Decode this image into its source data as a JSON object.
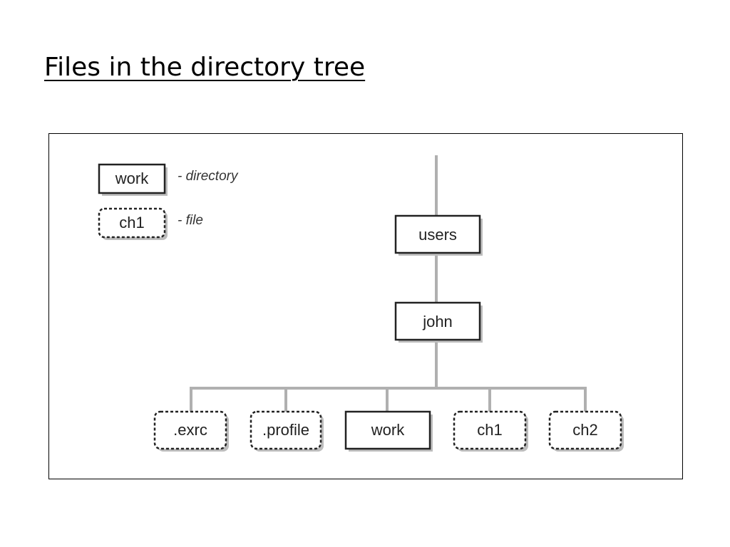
{
  "slide": {
    "title": "Files in the directory tree"
  },
  "legend": {
    "directory_sample": "work",
    "directory_desc": "- directory",
    "file_sample": "ch1",
    "file_desc": "- file"
  },
  "tree": {
    "root_connector": "",
    "users": "users",
    "john": "john",
    "children": [
      {
        "label": ".exrc",
        "kind": "file"
      },
      {
        "label": ".profile",
        "kind": "file"
      },
      {
        "label": "work",
        "kind": "directory"
      },
      {
        "label": "ch1",
        "kind": "file"
      },
      {
        "label": "ch2",
        "kind": "file"
      }
    ]
  },
  "colors": {
    "line": "#b0b0b0",
    "box_border": "#222222",
    "shadow": "#bdbdbd"
  }
}
